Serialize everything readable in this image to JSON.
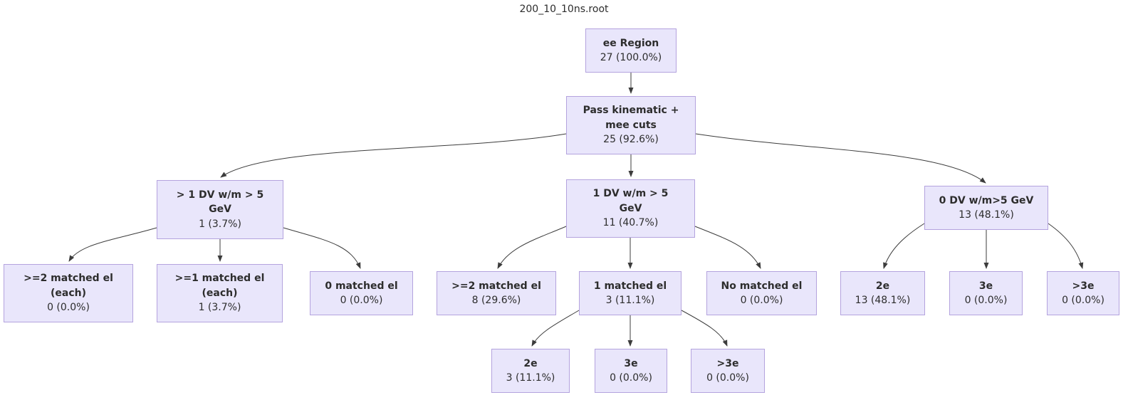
{
  "title": "200_10_10ns.root",
  "colors": {
    "background": "#ffffff",
    "node_fill": "#e9e6fb",
    "node_border": "#b4a3de",
    "edge": "#3c3c3c",
    "text": "#2d2d2d"
  },
  "nodes": [
    {
      "id": "ee-region",
      "title": "ee Region",
      "count": "27 (100.0%)"
    },
    {
      "id": "pass-kinematic",
      "title": "Pass kinematic +\nmee cuts",
      "count": "25 (92.6%)"
    },
    {
      "id": "gt1-dv",
      "title": "> 1 DV w/m > 5\nGeV",
      "count": "1 (3.7%)"
    },
    {
      "id": "one-dv",
      "title": "1 DV w/m > 5\nGeV",
      "count": "11 (40.7%)"
    },
    {
      "id": "zero-dv",
      "title": "0 DV w/m>5 GeV",
      "count": "13 (48.1%)"
    },
    {
      "id": "ge2-matched-each",
      "title": ">=2 matched el\n(each)",
      "count": "0 (0.0%)"
    },
    {
      "id": "ge1-matched-each",
      "title": ">=1 matched el\n(each)",
      "count": "1 (3.7%)"
    },
    {
      "id": "zero-matched",
      "title": "0 matched el",
      "count": "0 (0.0%)"
    },
    {
      "id": "ge2-matched",
      "title": ">=2 matched el",
      "count": "8 (29.6%)"
    },
    {
      "id": "one-matched",
      "title": "1 matched el",
      "count": "3 (11.1%)"
    },
    {
      "id": "no-matched",
      "title": "No matched el",
      "count": "0 (0.0%)"
    },
    {
      "id": "2e-right",
      "title": "2e",
      "count": "13 (48.1%)"
    },
    {
      "id": "3e-right",
      "title": "3e",
      "count": "0 (0.0%)"
    },
    {
      "id": "gt3e-right",
      "title": ">3e",
      "count": "0 (0.0%)"
    },
    {
      "id": "2e-mid",
      "title": "2e",
      "count": "3 (11.1%)"
    },
    {
      "id": "3e-mid",
      "title": "3e",
      "count": "0 (0.0%)"
    },
    {
      "id": "gt3e-mid",
      "title": ">3e",
      "count": "0 (0.0%)"
    }
  ],
  "edges": [
    {
      "from": "ee-region",
      "to": "pass-kinematic"
    },
    {
      "from": "pass-kinematic",
      "to": "gt1-dv"
    },
    {
      "from": "pass-kinematic",
      "to": "one-dv"
    },
    {
      "from": "pass-kinematic",
      "to": "zero-dv"
    },
    {
      "from": "gt1-dv",
      "to": "ge2-matched-each"
    },
    {
      "from": "gt1-dv",
      "to": "ge1-matched-each"
    },
    {
      "from": "gt1-dv",
      "to": "zero-matched"
    },
    {
      "from": "one-dv",
      "to": "ge2-matched"
    },
    {
      "from": "one-dv",
      "to": "one-matched"
    },
    {
      "from": "one-dv",
      "to": "no-matched"
    },
    {
      "from": "zero-dv",
      "to": "2e-right"
    },
    {
      "from": "zero-dv",
      "to": "3e-right"
    },
    {
      "from": "zero-dv",
      "to": "gt3e-right"
    },
    {
      "from": "one-matched",
      "to": "2e-mid"
    },
    {
      "from": "one-matched",
      "to": "3e-mid"
    },
    {
      "from": "one-matched",
      "to": "gt3e-mid"
    }
  ]
}
